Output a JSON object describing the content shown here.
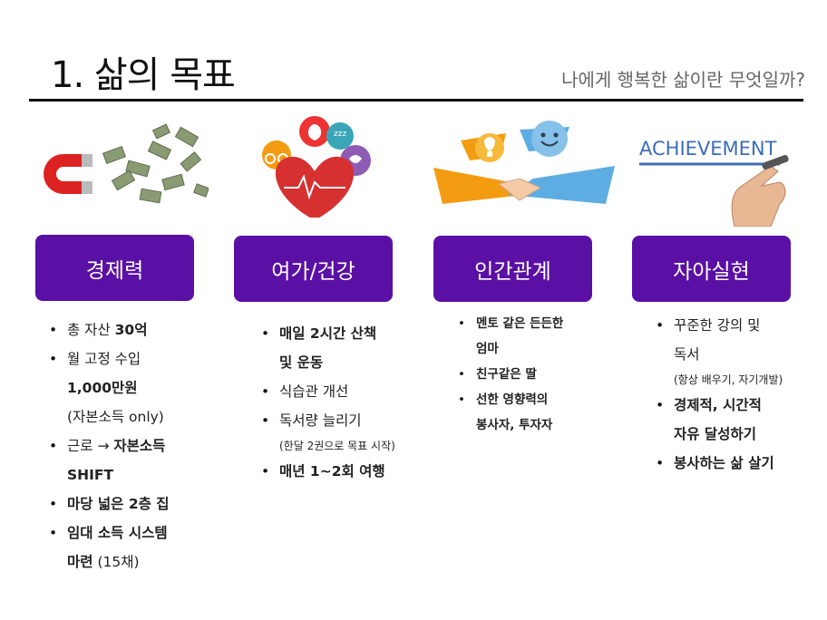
{
  "header": {
    "title": "1. 삶의 목표",
    "subtitle": "나에게 행복한 삶이란 무엇일까?"
  },
  "columns": [
    {
      "category": "경제력",
      "icon": "magnet-money-icon",
      "items": [
        {
          "text": "총 자산 ",
          "bold": "30억"
        },
        {
          "text": "월 고정 수입"
        },
        {
          "bold": "1,000만원",
          "cont": true
        },
        {
          "text": "(자본소득 only)",
          "cont": true
        },
        {
          "text": "근로 → ",
          "bold": "자본소득"
        },
        {
          "bold": "SHIFT",
          "cont": true
        },
        {
          "bold": "마당 넓은 2층 집"
        },
        {
          "bold": "임대 소득 시스템"
        },
        {
          "bold": "마련",
          "text2": " (15채)",
          "cont": true
        }
      ]
    },
    {
      "category": "여가/건강",
      "icon": "heart-health-icon",
      "items": [
        {
          "bold": "매일 2시간 산책"
        },
        {
          "bold": "및 운동",
          "cont": true
        },
        {
          "text": "식습관 개선"
        },
        {
          "text": "독서량 늘리기"
        },
        {
          "text": "(한달 2권으로 목표 시작)",
          "note": true
        },
        {
          "bold": "매년 1~2회 여행"
        }
      ]
    },
    {
      "category": "인간관계",
      "icon": "handshake-icon",
      "items": [
        {
          "bold": "멘토 같은 든든한"
        },
        {
          "bold": "엄마",
          "cont": true
        },
        {
          "bold": "친구같은 딸"
        },
        {
          "bold": "선한 영향력의"
        },
        {
          "bold": "봉사자, 투자자",
          "cont": true
        }
      ]
    },
    {
      "category": "자아실현",
      "icon": "achievement-icon",
      "icon_text": "ACHIEVEMENT",
      "items": [
        {
          "text": "꾸준한 강의 및"
        },
        {
          "text": "독서",
          "cont": true
        },
        {
          "text": "(항상 배우기, 자기개발)",
          "note": true
        },
        {
          "bold": "경제적, 시간적"
        },
        {
          "bold": "자유 달성하기",
          "cont": true
        },
        {
          "bold": "봉사하는 삶 살기"
        }
      ]
    }
  ],
  "colors": {
    "category_bg": "#5a10a4",
    "rule": "#000000"
  }
}
